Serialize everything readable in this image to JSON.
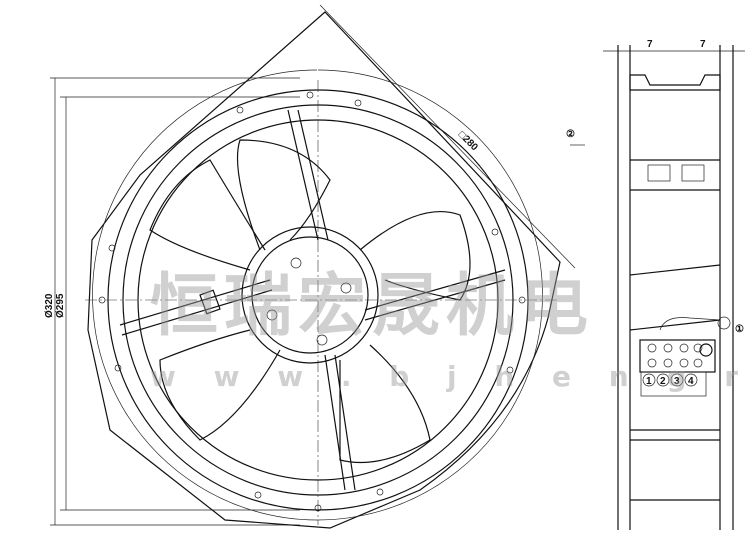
{
  "dimensions": {
    "outer_diameter": "Ø320",
    "inner_diameter": "Ø295",
    "square_size": "□280",
    "left_depth": "7",
    "right_depth": "7"
  },
  "callouts": {
    "airflow": "②",
    "terminal": "①"
  },
  "terminals": [
    "1",
    "2",
    "3",
    "4"
  ],
  "watermark": {
    "brand": "恒瑞宏晟机电",
    "url": "w w w . b j h e n g r u i . c"
  }
}
